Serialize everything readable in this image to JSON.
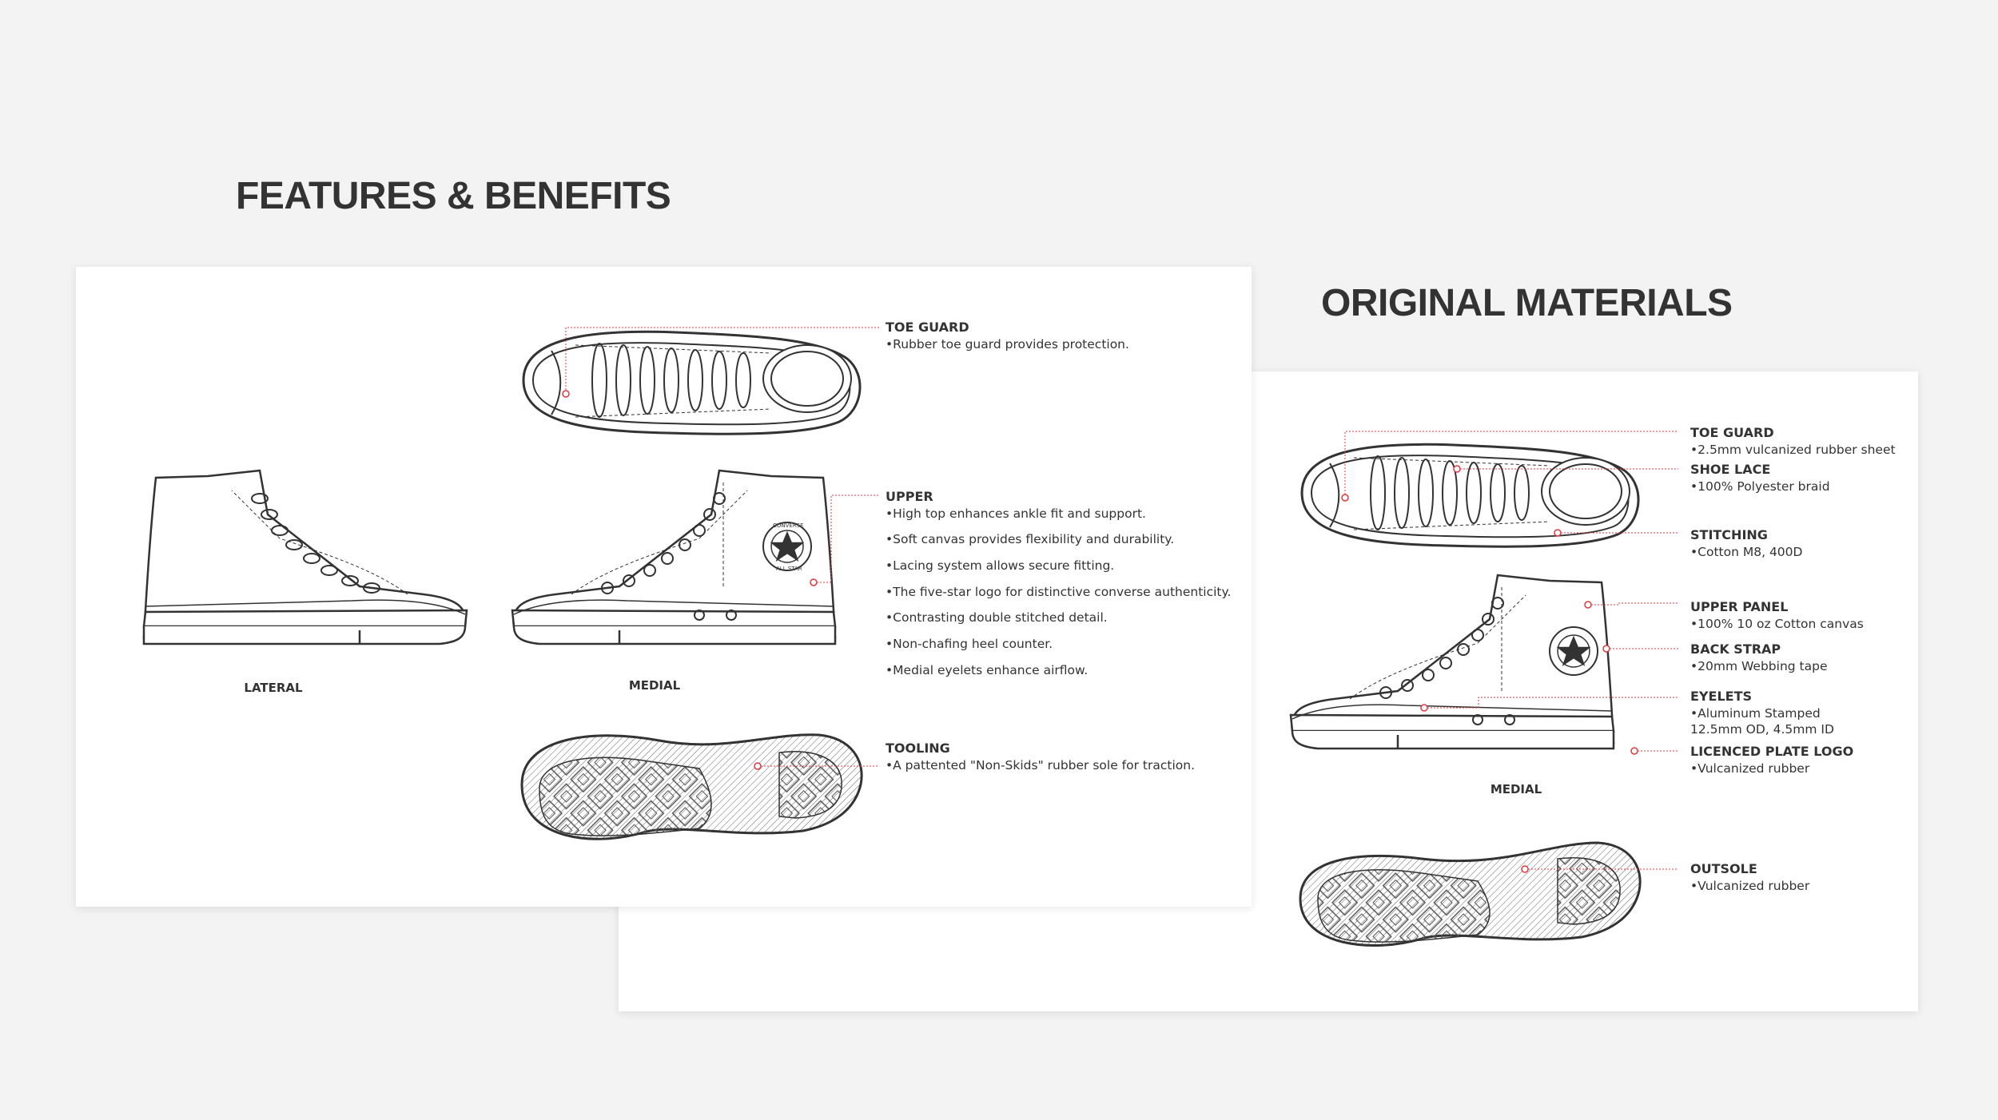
{
  "features": {
    "title": "FEATURES & BENEFITS",
    "captions": {
      "lateral": "LATERAL",
      "medial": "MEDIAL"
    },
    "callouts": [
      {
        "title": "TOE GUARD",
        "items": [
          "Rubber toe guard provides protection."
        ]
      },
      {
        "title": "UPPER",
        "items": [
          "High top enhances ankle fit and support.",
          "Soft canvas provides flexibility and durability.",
          "Lacing system allows secure fitting.",
          "The five-star logo for distinctive converse authenticity.",
          "Contrasting double stitched detail.",
          "Non-chafing heel counter.",
          "Medial eyelets enhance airflow."
        ]
      },
      {
        "title": "TOOLING",
        "items": [
          "A pattented \"Non-Skids\" rubber sole for traction."
        ]
      }
    ]
  },
  "materials": {
    "title": "ORIGINAL MATERIALS",
    "caption_medial": "MEDIAL",
    "callouts": [
      {
        "title": "TOE GUARD",
        "lines": [
          "2.5mm vulcanized rubber sheet"
        ]
      },
      {
        "title": "SHOE LACE",
        "lines": [
          "100% Polyester braid"
        ]
      },
      {
        "title": "STITCHING",
        "lines": [
          "Cotton M8, 400D"
        ]
      },
      {
        "title": "UPPER PANEL",
        "lines": [
          "100% 10 oz Cotton canvas"
        ]
      },
      {
        "title": "BACK STRAP",
        "lines": [
          "20mm Webbing tape"
        ]
      },
      {
        "title": "EYELETS",
        "lines": [
          "Aluminum Stamped",
          "12.5mm OD, 4.5mm ID"
        ]
      },
      {
        "title": "LICENCED PLATE LOGO",
        "lines": [
          "Vulcanized rubber"
        ]
      },
      {
        "title": "OUTSOLE",
        "lines": [
          "Vulcanized rubber"
        ]
      }
    ]
  },
  "logo": {
    "top_text": "CONVERSE",
    "bottom_text": "ALL STAR"
  },
  "colors": {
    "callout_line": "#e0393e",
    "outline": "#333333",
    "background": "#f3f3f3"
  }
}
